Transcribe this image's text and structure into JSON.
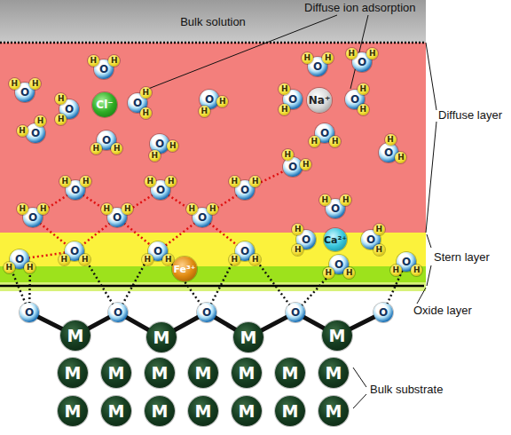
{
  "diagram": {
    "nodes": [
      {
        "text": [
          "Bulk solution"
        ]
      }
    ],
    "labels": [
      "Diffuse ion adsorption",
      "Diffuse layer",
      "Stern layer",
      "Oxide layer",
      "Bulk substrate",
      "Cl⁻",
      "Na⁺",
      "Ca²⁺",
      "Fe³⁺",
      "O",
      "H",
      "H",
      "O",
      "H",
      "H",
      "O",
      "H",
      "H",
      "O",
      "H",
      "H",
      "O",
      "H",
      "H",
      "O",
      "H",
      "H",
      "O",
      "H",
      "H",
      "O",
      "H",
      "H",
      "O",
      "H",
      "H",
      "O",
      "H",
      "H",
      "O",
      "H",
      "H",
      "O",
      "H",
      "H",
      "O",
      "H",
      "H",
      "O",
      "H",
      "H",
      "O",
      "H",
      "H",
      "O",
      "H",
      "H",
      "O",
      "H",
      "H",
      "O",
      "H",
      "H",
      "O",
      "H",
      "H",
      "O",
      "H",
      "H",
      "O",
      "H",
      "H",
      "O",
      "H",
      "H",
      "O",
      "H",
      "H",
      "O",
      "H",
      "H",
      "O",
      "H",
      "H",
      "O",
      "H",
      "H",
      "O",
      "H",
      "H",
      "O",
      "H",
      "H",
      "O",
      "H",
      "H",
      "O",
      "H",
      "H",
      "O",
      "O",
      "O",
      "O",
      "O",
      "M",
      "M",
      "M",
      "M",
      "M",
      "M",
      "M",
      "M",
      "M",
      "M",
      "M",
      "M",
      "M",
      "M",
      "M",
      "M",
      "M",
      "M"
    ]
  }
}
